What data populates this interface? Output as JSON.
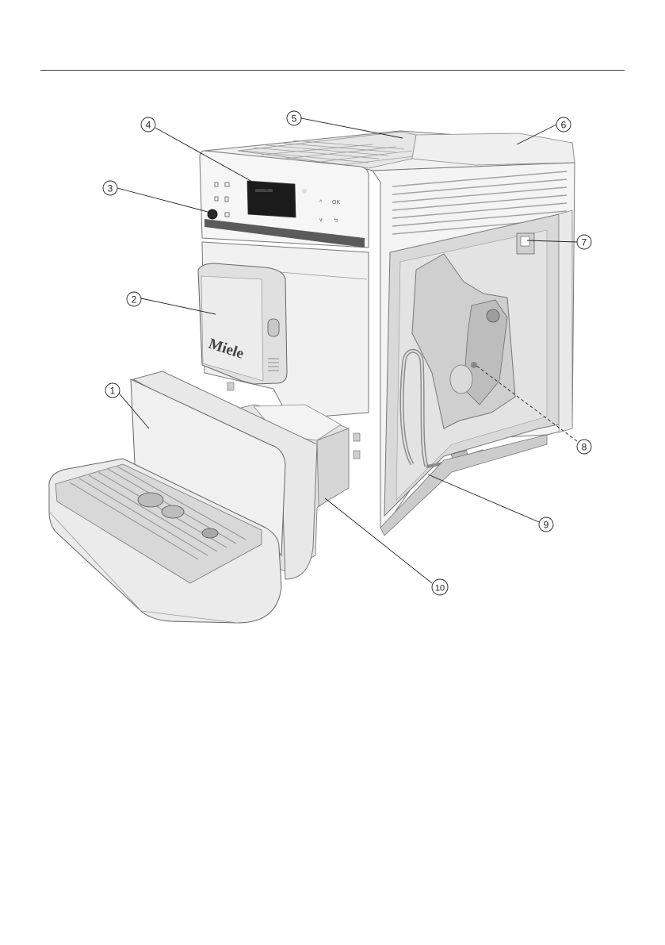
{
  "figure": {
    "brand_logo": "Miele",
    "control_panel": {
      "up_symbol": "^",
      "ok_label": "OK",
      "down_symbol": "v",
      "back_symbol": "⮌"
    },
    "callouts": [
      {
        "label": "1"
      },
      {
        "label": "2"
      },
      {
        "label": "3"
      },
      {
        "label": "4"
      },
      {
        "label": "5"
      },
      {
        "label": "6"
      },
      {
        "label": "7"
      },
      {
        "label": "8"
      },
      {
        "label": "9"
      },
      {
        "label": "10"
      }
    ]
  }
}
